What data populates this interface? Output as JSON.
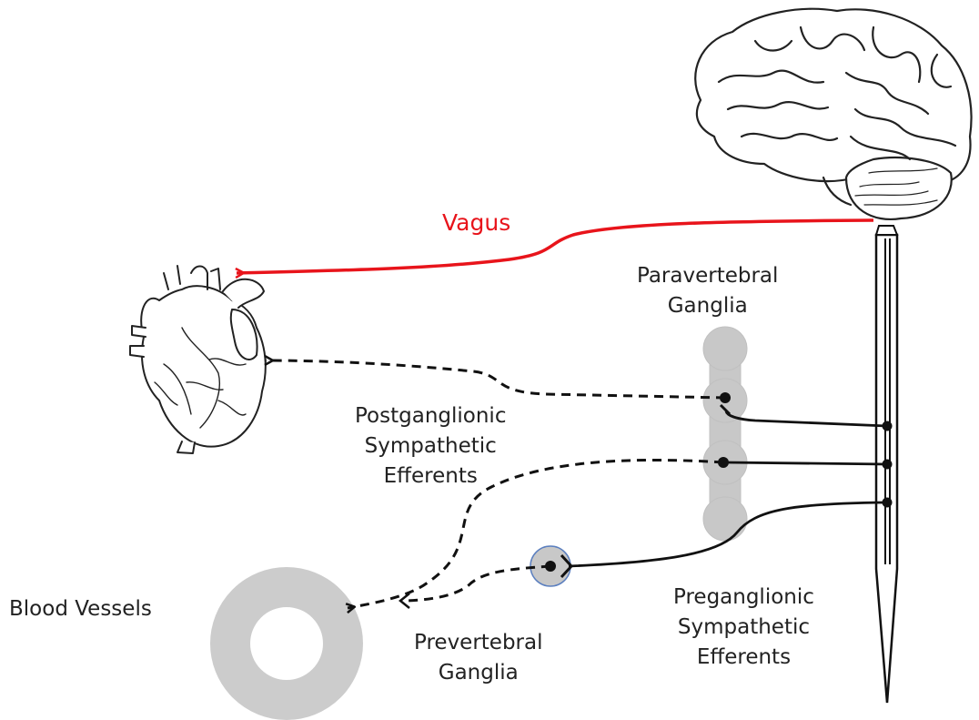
{
  "labels": {
    "vagus": "Vagus",
    "paravertebral": [
      "Paravertebral",
      "Ganglia"
    ],
    "postganglionic": [
      "Postganglionic",
      "Sympathetic",
      "Efferents"
    ],
    "preganglionic": [
      "Preganglionic",
      "Sympathetic",
      "Efferents"
    ],
    "prevertebral": [
      "Prevertebral",
      "Ganglia"
    ],
    "blood_vessels": "Blood Vessels"
  },
  "colors": {
    "vagus": "#e8141b",
    "ganglia_fill": "#c8c8c8",
    "vessel_fill": "#cccccc",
    "line": "#111111",
    "prevertebral_outline": "#5b7fbf"
  },
  "icons": [
    "brain-icon",
    "heart-icon",
    "spinal-cord-icon",
    "blood-vessel-icon"
  ]
}
